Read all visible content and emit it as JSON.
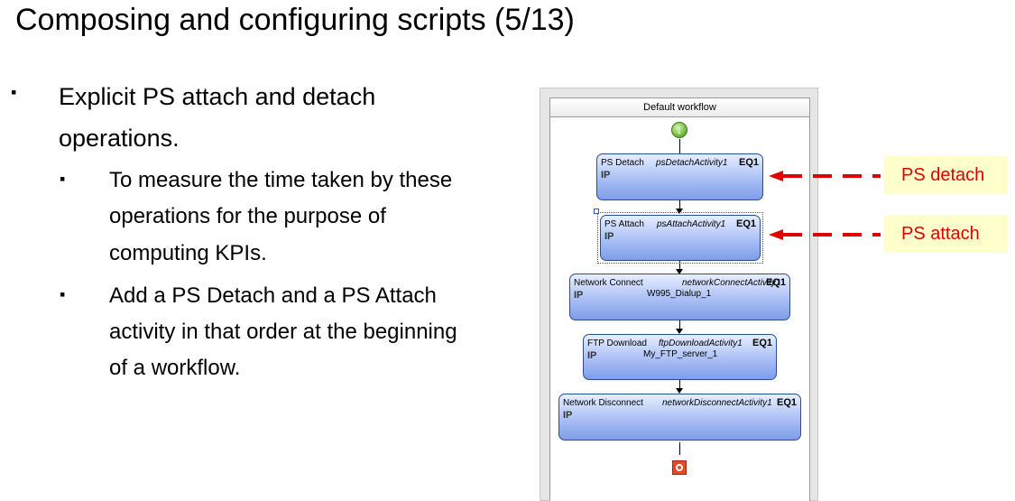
{
  "slide": {
    "title": "Composing and configuring scripts (5/13)",
    "bullet_marker": "▪",
    "bullet1_line1": "Explicit PS attach and detach",
    "bullet1_line2": "operations.",
    "sub1_line1": "To measure the time taken by these",
    "sub1_line2": "operations for the purpose of",
    "sub1_line3": "computing KPIs.",
    "sub2_line1": "Add a PS Detach and a PS Attach",
    "sub2_line2": "activity in that order at the beginning",
    "sub2_line3": "of a workflow."
  },
  "workflow": {
    "header": "Default workflow",
    "start_icon": "start-arrow-icon",
    "stop_icon": "stop-icon",
    "ip_label": "IP",
    "activities": [
      {
        "type": "PS Detach",
        "name": "psDetachActivity1",
        "eq": "EQ1",
        "target": ""
      },
      {
        "type": "PS Attach",
        "name": "psAttachActivity1",
        "eq": "EQ1",
        "target": ""
      },
      {
        "type": "Network Connect",
        "name": "networkConnectActivity1",
        "eq": "EQ1",
        "target": "W995_Dialup_1"
      },
      {
        "type": "FTP Download",
        "name": "ftpDownloadActivity1",
        "eq": "EQ1",
        "target": "My_FTP_server_1"
      },
      {
        "type": "Network Disconnect",
        "name": "networkDisconnectActivity1",
        "eq": "EQ1",
        "target": ""
      }
    ]
  },
  "callouts": {
    "detach": "PS detach",
    "attach": "PS attach",
    "color": "#e00000",
    "background": "#ffffcc"
  }
}
